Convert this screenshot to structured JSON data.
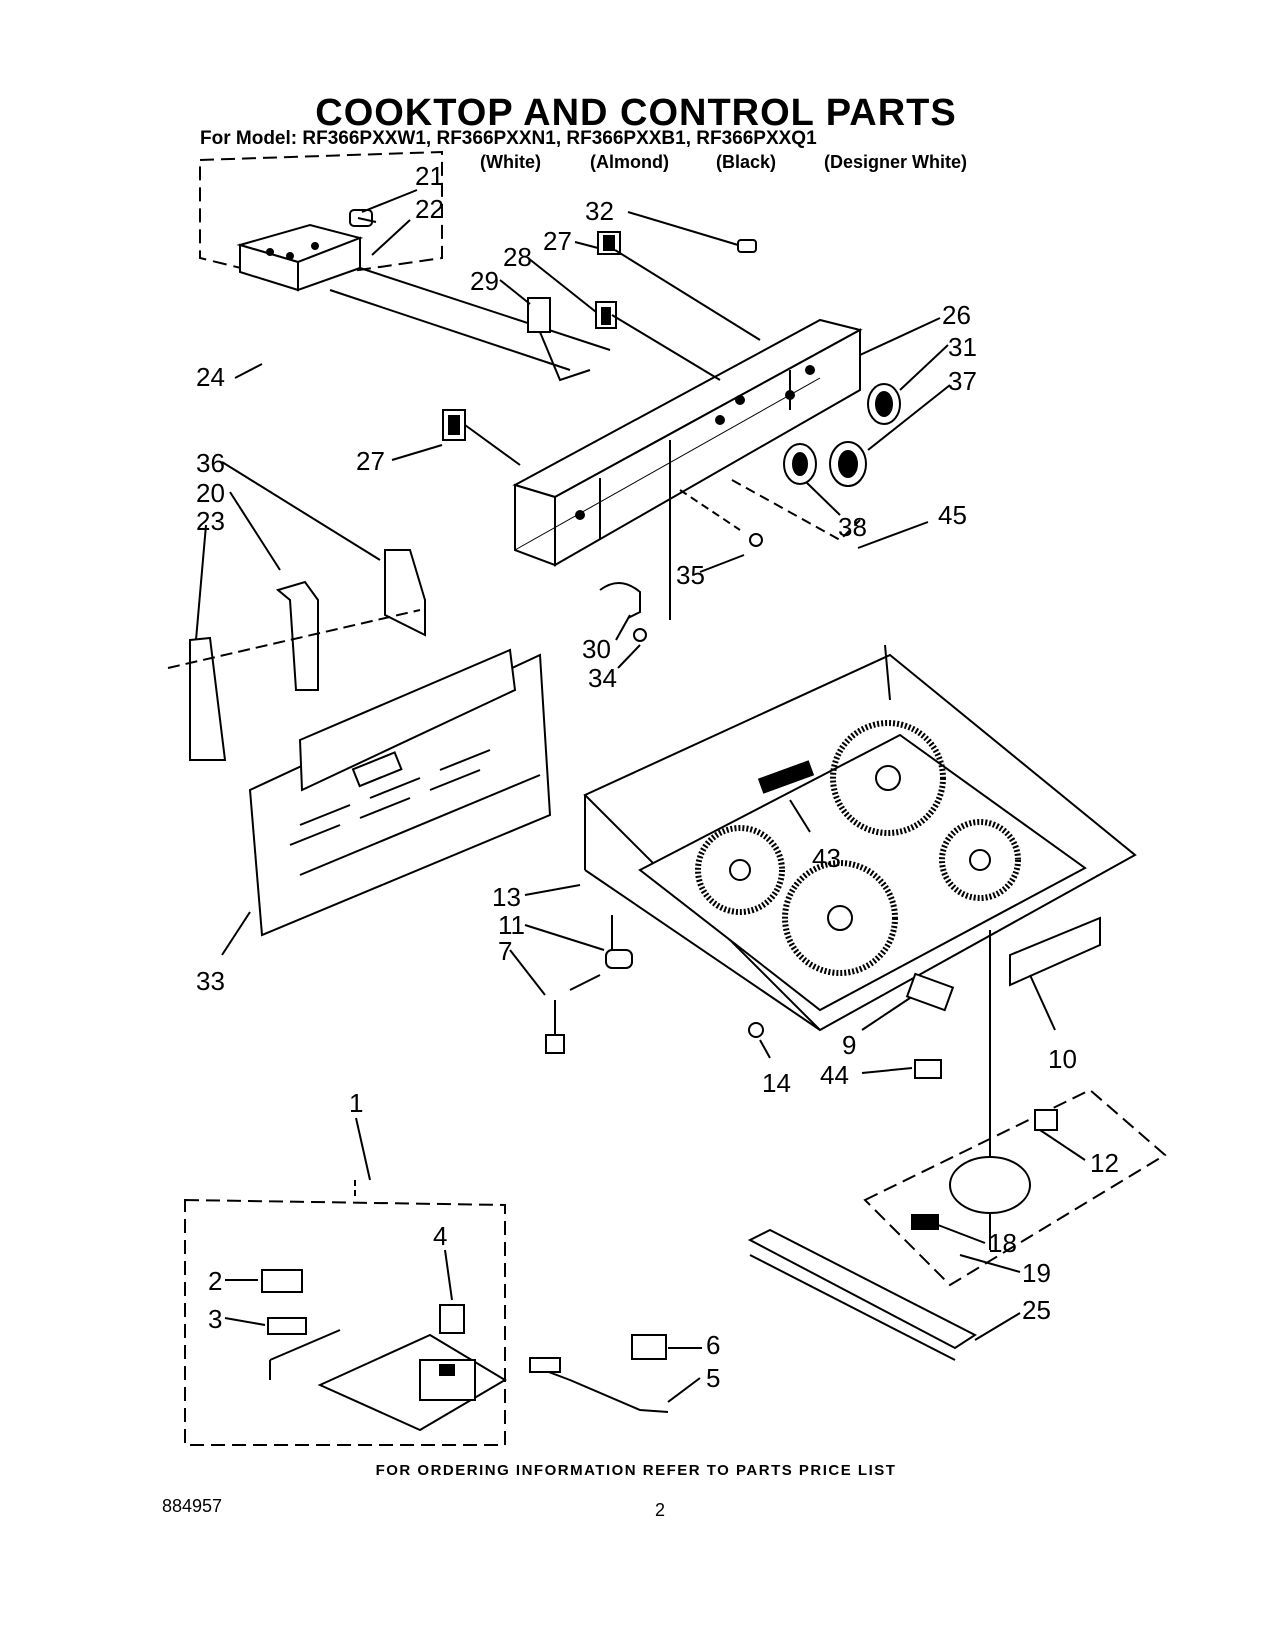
{
  "header": {
    "title": "COOKTOP AND CONTROL PARTS",
    "models_line": "For Model: RF366PXXW1, RF366PXXN1, RF366PXXB1, RF366PXXQ1",
    "colors": [
      "(White)",
      "(Almond)",
      "(Black)",
      "(Designer White)"
    ]
  },
  "callouts": [
    "21",
    "22",
    "24",
    "32",
    "27",
    "28",
    "29",
    "26",
    "31",
    "37",
    "27",
    "36",
    "20",
    "23",
    "38",
    "45",
    "35",
    "30",
    "34",
    "43",
    "13",
    "11",
    "7",
    "33",
    "9",
    "10",
    "14",
    "44",
    "1",
    "4",
    "2",
    "3",
    "12",
    "18",
    "19",
    "25",
    "6",
    "5"
  ],
  "footer": {
    "note": "FOR ORDERING INFORMATION REFER TO PARTS PRICE LIST",
    "doc_id": "884957",
    "page": "2"
  }
}
